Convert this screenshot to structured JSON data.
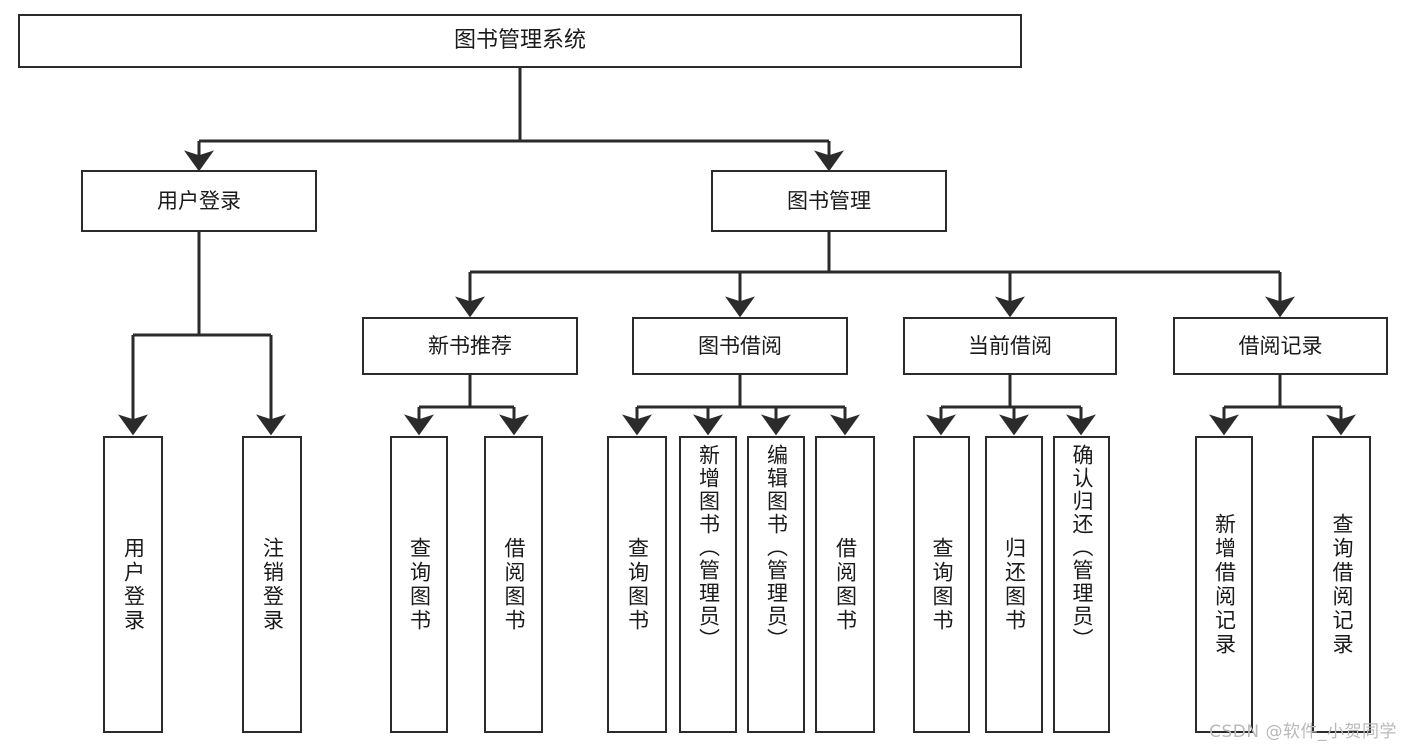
{
  "diagram": {
    "type": "tree-hierarchy",
    "title": "图书管理系统",
    "watermark": "CSDN @软件_小贺同学",
    "colors": {
      "box_border": "#2b2b2b",
      "box_fill": "#ffffff",
      "connector": "#2b2b2b",
      "text": "#1a1a1a",
      "watermark": "#b9b9b9",
      "background": "#ffffff"
    },
    "levels": {
      "root": {
        "label": "图书管理系统"
      },
      "level2": [
        {
          "label": "用户登录"
        },
        {
          "label": "图书管理"
        }
      ],
      "level3": [
        {
          "label": "新书推荐"
        },
        {
          "label": "图书借阅"
        },
        {
          "label": "当前借阅"
        },
        {
          "label": "借阅记录"
        }
      ],
      "leaves": [
        {
          "label": "用户登录",
          "parent": "用户登录"
        },
        {
          "label": "注销登录",
          "parent": "用户登录"
        },
        {
          "label": "查询图书",
          "parent": "新书推荐"
        },
        {
          "label": "借阅图书",
          "parent": "新书推荐"
        },
        {
          "label": "查询图书",
          "parent": "图书借阅"
        },
        {
          "label": "新增图书（管理员）",
          "parent": "图书借阅"
        },
        {
          "label": "编辑图书（管理员）",
          "parent": "图书借阅"
        },
        {
          "label": "借阅图书",
          "parent": "图书借阅"
        },
        {
          "label": "查询图书",
          "parent": "当前借阅"
        },
        {
          "label": "归还图书",
          "parent": "当前借阅"
        },
        {
          "label": "确认归还（管理员）",
          "parent": "当前借阅"
        },
        {
          "label": "新增借阅记录",
          "parent": "借阅记录"
        },
        {
          "label": "查询借阅记录",
          "parent": "借阅记录"
        }
      ]
    }
  }
}
